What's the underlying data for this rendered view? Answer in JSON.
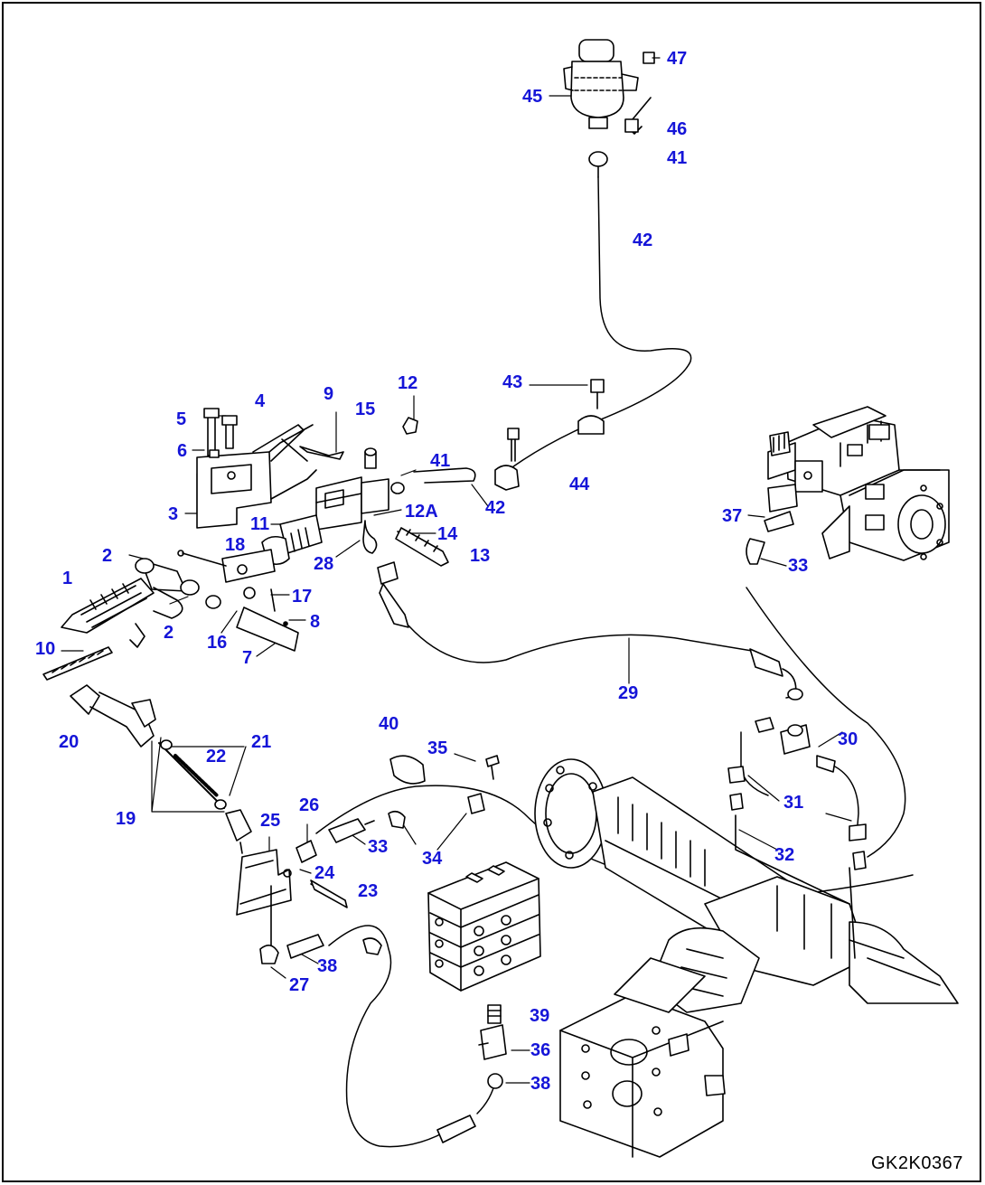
{
  "drawing_code": "GK2K0367",
  "label_color": "#1515d8",
  "labels": [
    {
      "id": "47",
      "text": "47"
    },
    {
      "id": "45",
      "text": "45"
    },
    {
      "id": "46",
      "text": "46"
    },
    {
      "id": "41a",
      "text": "41"
    },
    {
      "id": "42a",
      "text": "42"
    },
    {
      "id": "43",
      "text": "43"
    },
    {
      "id": "44",
      "text": "44"
    },
    {
      "id": "41b",
      "text": "41"
    },
    {
      "id": "42b",
      "text": "42"
    },
    {
      "id": "12",
      "text": "12"
    },
    {
      "id": "9",
      "text": "9"
    },
    {
      "id": "15",
      "text": "15"
    },
    {
      "id": "4",
      "text": "4"
    },
    {
      "id": "5",
      "text": "5"
    },
    {
      "id": "6",
      "text": "6"
    },
    {
      "id": "3",
      "text": "3"
    },
    {
      "id": "11",
      "text": "11"
    },
    {
      "id": "12A",
      "text": "12A"
    },
    {
      "id": "14",
      "text": "14"
    },
    {
      "id": "13",
      "text": "13"
    },
    {
      "id": "28",
      "text": "28"
    },
    {
      "id": "18",
      "text": "18"
    },
    {
      "id": "2a",
      "text": "2"
    },
    {
      "id": "1",
      "text": "1"
    },
    {
      "id": "17",
      "text": "17"
    },
    {
      "id": "8",
      "text": "8"
    },
    {
      "id": "2b",
      "text": "2"
    },
    {
      "id": "16",
      "text": "16"
    },
    {
      "id": "7",
      "text": "7"
    },
    {
      "id": "10",
      "text": "10"
    },
    {
      "id": "37",
      "text": "37"
    },
    {
      "id": "33a",
      "text": "33"
    },
    {
      "id": "29",
      "text": "29"
    },
    {
      "id": "30",
      "text": "30"
    },
    {
      "id": "31",
      "text": "31"
    },
    {
      "id": "32",
      "text": "32"
    },
    {
      "id": "40",
      "text": "40"
    },
    {
      "id": "35",
      "text": "35"
    },
    {
      "id": "20",
      "text": "20"
    },
    {
      "id": "21",
      "text": "21"
    },
    {
      "id": "22",
      "text": "22"
    },
    {
      "id": "19",
      "text": "19"
    },
    {
      "id": "25",
      "text": "25"
    },
    {
      "id": "26",
      "text": "26"
    },
    {
      "id": "33b",
      "text": "33"
    },
    {
      "id": "34",
      "text": "34"
    },
    {
      "id": "24",
      "text": "24"
    },
    {
      "id": "23",
      "text": "23"
    },
    {
      "id": "38a",
      "text": "38"
    },
    {
      "id": "27",
      "text": "27"
    },
    {
      "id": "39",
      "text": "39"
    },
    {
      "id": "36",
      "text": "36"
    },
    {
      "id": "38b",
      "text": "38"
    }
  ]
}
